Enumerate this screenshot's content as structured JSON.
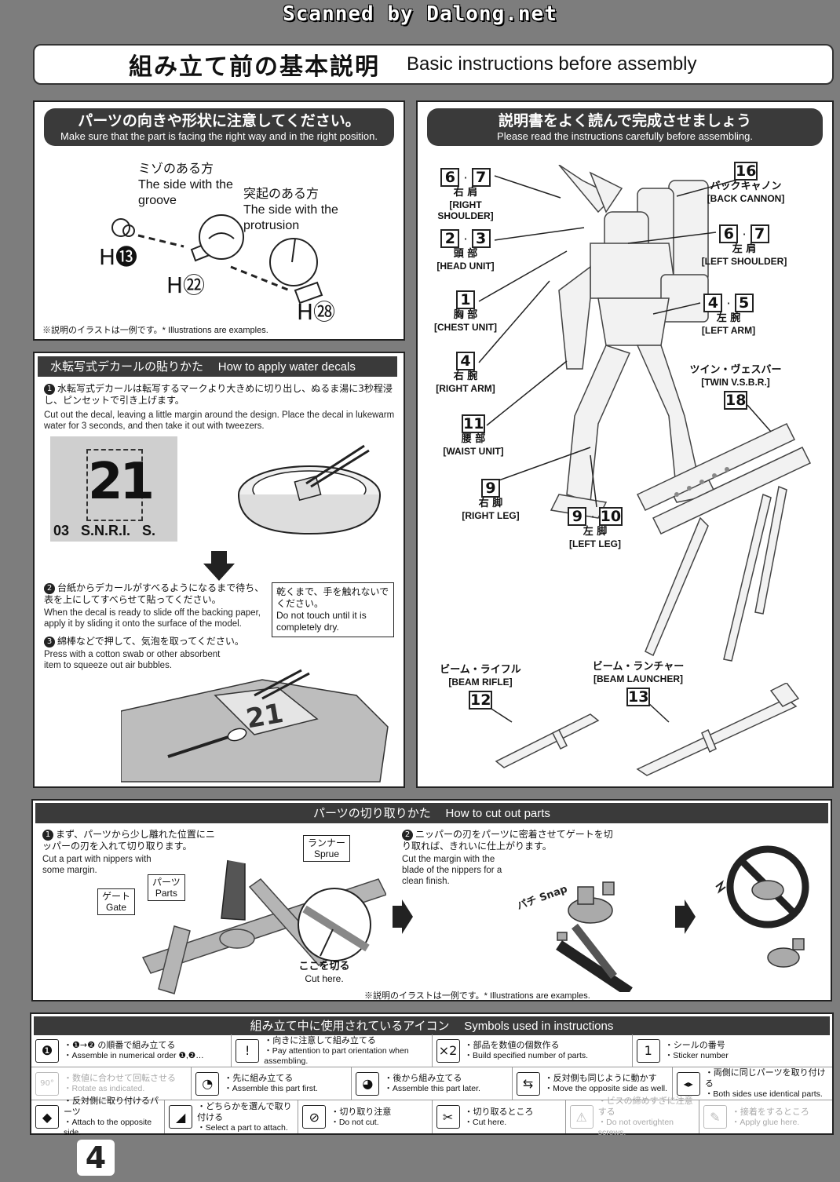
{
  "scan_banner": "Scanned by Dalong.net",
  "title": {
    "jp": "組み立て前の基本説明",
    "en": "Basic instructions before assembly"
  },
  "orientation": {
    "header_jp": "パーツの向きや形状に注意してください。",
    "header_en": "Make sure that the part is facing the right way and in the right position.",
    "groove_jp": "ミゾのある方",
    "groove_en": "The side with the groove",
    "protrusion_jp": "突起のある方",
    "protrusion_en": "The side with the protrusion",
    "parts": [
      "H⓭",
      "H㉒",
      "H㉘"
    ],
    "note": "※説明のイラストは一例です。* Illustrations are examples."
  },
  "decals": {
    "header_jp": "水転写式デカールの貼りかた",
    "header_en": "How to apply water decals",
    "step1_jp": "水転写式デカールは転写するマークより大きめに切り出し、ぬるま湯に3秒程浸し、ピンセットで引き上げます。",
    "step1_en": "Cut out the decal, leaving a little margin around the design. Place the decal in lukewarm water for 3 seconds, and then take it out with tweezers.",
    "decal_big": "21",
    "decal_codes": "03   S.N.R.I.   S.",
    "step2_jp": "台紙からデカールがすべるようになるまで待ち、表を上にしてすべらせて貼ってください。",
    "step2_en": "When the decal is ready to slide off the backing paper, apply it by sliding it onto the surface of the model.",
    "dry_jp": "乾くまで、手を触れないでください。",
    "dry_en": "Do not touch until it is completely dry.",
    "step3_jp": "綿棒などで押して、気泡を取ってください。",
    "step3_en": "Press with a cotton swab or other absorbent item to squeeze out air bubbles."
  },
  "readme": {
    "header_jp": "説明書をよく読んで完成させましょう",
    "header_en": "Please read the instructions carefully before assembling.",
    "callouts": [
      {
        "nums": [
          "6",
          "7"
        ],
        "jp": "右 肩",
        "en": "[RIGHT SHOULDER]"
      },
      {
        "nums": [
          "2",
          "3"
        ],
        "jp": "頭 部",
        "en": "[HEAD UNIT]"
      },
      {
        "nums": [
          "1"
        ],
        "jp": "胸 部",
        "en": "[CHEST UNIT]"
      },
      {
        "nums": [
          "4"
        ],
        "jp": "右 腕",
        "en": "[RIGHT ARM]"
      },
      {
        "nums": [
          "11"
        ],
        "jp": "腰 部",
        "en": "[WAIST UNIT]"
      },
      {
        "nums": [
          "9"
        ],
        "jp": "右 脚",
        "en": "[RIGHT LEG]"
      },
      {
        "nums": [
          "16"
        ],
        "jp": "バックキャノン",
        "en": "[BACK CANNON]"
      },
      {
        "nums": [
          "6",
          "7"
        ],
        "jp": "左 肩",
        "en": "[LEFT SHOULDER]"
      },
      {
        "nums": [
          "4",
          "5"
        ],
        "jp": "左 腕",
        "en": "[LEFT ARM]"
      },
      {
        "nums": [
          "18"
        ],
        "jp": "ツイン・ヴェスバー",
        "en": "[TWIN V.S.B.R.]"
      },
      {
        "nums": [
          "9",
          "10"
        ],
        "jp": "左 脚",
        "en": "[LEFT LEG]"
      },
      {
        "nums": [
          "12"
        ],
        "jp": "ビーム・ライフル",
        "en": "[BEAM RIFLE]"
      },
      {
        "nums": [
          "13"
        ],
        "jp": "ビーム・ランチャー",
        "en": "[BEAM LAUNCHER]"
      }
    ]
  },
  "cut": {
    "header_jp": "パーツの切り取りかた",
    "header_en": "How to cut out parts",
    "step1_jp": "まず、パーツから少し離れた位置にニッパーの刃を入れて切り取ります。",
    "step1_en": "Cut a part with nippers with some margin.",
    "runner_jp": "ランナー",
    "runner_en": "Sprue",
    "parts_jp": "パーツ",
    "parts_en": "Parts",
    "gate_jp": "ゲート",
    "gate_en": "Gate",
    "cuthere_jp": "ここを切る",
    "cuthere_en": "Cut here.",
    "step2_jp": "ニッパーの刃をパーツに密着させてゲートを切り取れば、きれいに仕上がります。",
    "step2_en": "Cut the margin with the blade of the nippers for a clean finish.",
    "snap": "パチ Snap",
    "note": "※説明のイラストは一例です。* Illustrations are examples."
  },
  "symbols": {
    "header_jp": "組み立て中に使用されているアイコン",
    "header_en": "Symbols used in instructions",
    "rows": [
      [
        {
          "icon": "❶",
          "jp": "・❶→❷ の順番で組み立てる",
          "en": "・Assemble in numerical order ❶,❷…",
          "faded": false
        },
        {
          "icon": "!",
          "jp": "・向きに注意して組み立てる",
          "en": "・Pay attention to part orientation when assembling.",
          "faded": false
        },
        {
          "icon": "×2",
          "jp": "・部品を数値の個数作る",
          "en": "・Build specified number of parts.",
          "faded": false
        },
        {
          "icon": "1",
          "jp": "・シールの番号",
          "en": "・Sticker number",
          "faded": false
        }
      ],
      [
        {
          "icon": "90°",
          "jp": "・数値に合わせて回転させる",
          "en": "・Rotate as indicated.",
          "faded": true
        },
        {
          "icon": "◔",
          "jp": "・先に組み立てる",
          "en": "・Assemble this part first.",
          "faded": false
        },
        {
          "icon": "◕",
          "jp": "・後から組み立てる",
          "en": "・Assemble this part later.",
          "faded": false
        },
        {
          "icon": "⇆",
          "jp": "・反対側も同じように動かす",
          "en": "・Move the opposite side as well.",
          "faded": false
        },
        {
          "icon": "◂▸",
          "jp": "・両側に同じパーツを取り付ける",
          "en": "・Both sides use identical parts.",
          "faded": false
        }
      ],
      [
        {
          "icon": "◆",
          "jp": "・反対側に取り付けるパーツ",
          "en": "・Attach to the opposite side.",
          "faded": false
        },
        {
          "icon": "◢",
          "jp": "・どちらかを選んで取り付ける",
          "en": "・Select a part to attach.",
          "faded": false
        },
        {
          "icon": "⊘",
          "jp": "・切り取り注意",
          "en": "・Do not cut.",
          "faded": false
        },
        {
          "icon": "✂",
          "jp": "・切り取るところ",
          "en": "・Cut here.",
          "faded": false
        },
        {
          "icon": "⚠",
          "jp": "・ビスの締めすぎに注意する",
          "en": "・Do not overtighten screws.",
          "faded": true
        },
        {
          "icon": "✎",
          "jp": "・接着をするところ",
          "en": "・Apply glue here.",
          "faded": true
        }
      ]
    ]
  },
  "page_number": "4"
}
